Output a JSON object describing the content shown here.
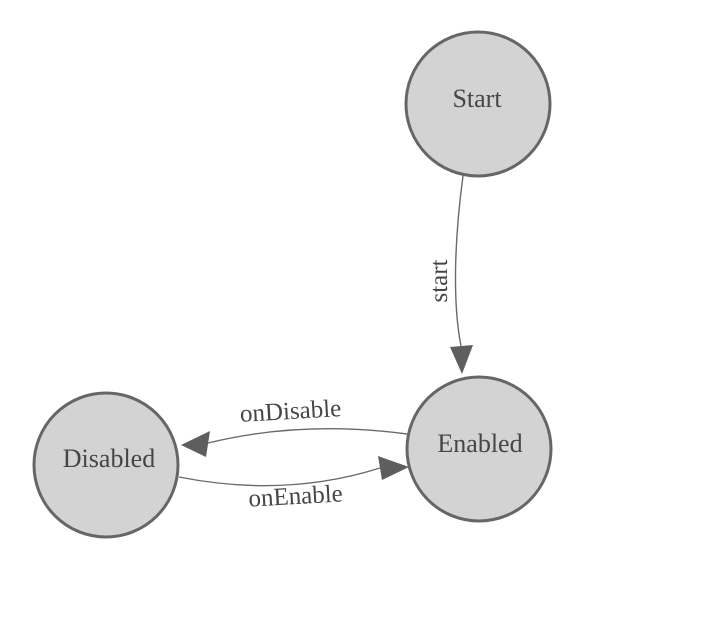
{
  "diagram": {
    "type": "state-machine-diagram",
    "background": "#ffffff",
    "colors": {
      "node_fill": "#d3d3d3",
      "node_stroke": "#666666",
      "edge_line": "#6a6a6a",
      "arrowhead": "#5e5e5e",
      "label_text": "#464646"
    },
    "nodes": [
      {
        "id": "start",
        "label": "Start"
      },
      {
        "id": "enabled",
        "label": "Enabled"
      },
      {
        "id": "disabled",
        "label": "Disabled"
      }
    ],
    "edges": [
      {
        "from": "Start",
        "to": "Enabled",
        "label": "start"
      },
      {
        "from": "Enabled",
        "to": "Disabled",
        "label": "onDisable"
      },
      {
        "from": "Disabled",
        "to": "Enabled",
        "label": "onEnable"
      }
    ]
  }
}
